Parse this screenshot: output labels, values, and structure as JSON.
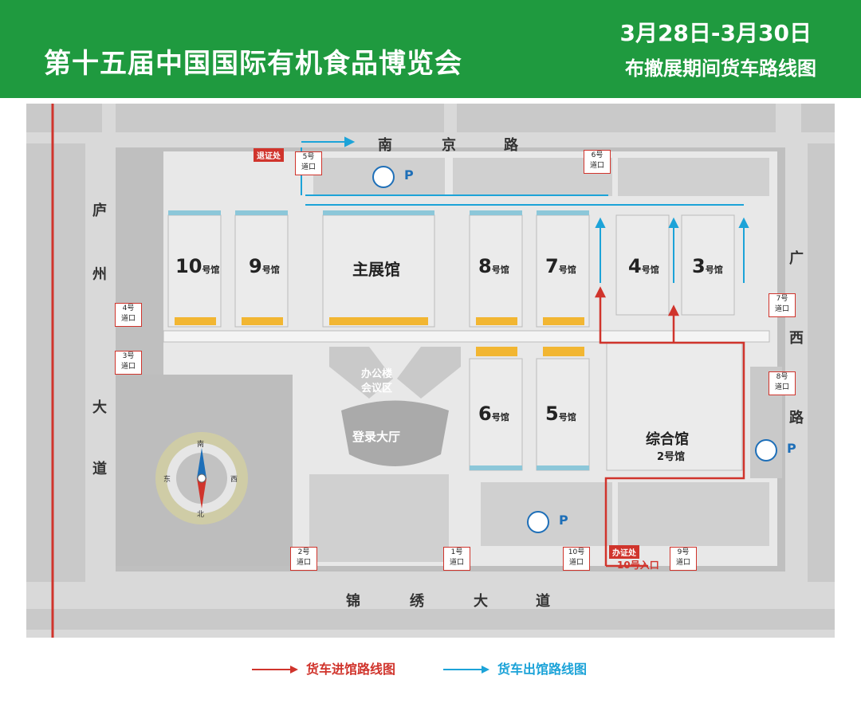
{
  "header": {
    "title": "第十五届中国国际有机食品博览会",
    "date": "3月28日-3月30日",
    "subtitle": "布撤展期间货车路线图"
  },
  "streets": {
    "north": [
      "南",
      "京",
      "路"
    ],
    "south": [
      "锦",
      "绣",
      "大",
      "道"
    ],
    "west": [
      "庐",
      "州",
      "大",
      "道"
    ],
    "east": [
      "广",
      "西",
      "路"
    ]
  },
  "halls": {
    "h10": {
      "num": "10",
      "suffix": "号馆"
    },
    "h9": {
      "num": "9",
      "suffix": "号馆"
    },
    "main": "主展馆",
    "h8": {
      "num": "8",
      "suffix": "号馆"
    },
    "h7": {
      "num": "7",
      "suffix": "号馆"
    },
    "h4": {
      "num": "4",
      "suffix": "号馆"
    },
    "h3": {
      "num": "3",
      "suffix": "号馆"
    },
    "h6": {
      "num": "6",
      "suffix": "号馆"
    },
    "h5": {
      "num": "5",
      "suffix": "号馆"
    },
    "h2": {
      "name": "综合馆",
      "sub": "2号馆"
    },
    "office_line1": "办公楼",
    "office_line2": "会议区",
    "lobby": "登录大厅"
  },
  "gates": {
    "g1": {
      "l1": "1号",
      "l2": "道口"
    },
    "g2": {
      "l1": "2号",
      "l2": "道口"
    },
    "g3": {
      "l1": "3号",
      "l2": "道口"
    },
    "g4": {
      "l1": "4号",
      "l2": "道口"
    },
    "g5": {
      "l1": "5号",
      "l2": "道口"
    },
    "g6": {
      "l1": "6号",
      "l2": "道口"
    },
    "g7": {
      "l1": "7号",
      "l2": "道口"
    },
    "g8": {
      "l1": "8号",
      "l2": "道口"
    },
    "g9": {
      "l1": "9号",
      "l2": "道口"
    },
    "g10": {
      "l1": "10号",
      "l2": "道口"
    }
  },
  "tags": {
    "return_office": "退证处",
    "permit_office": "办证处",
    "entrance10": "10号入口"
  },
  "parking_label": "P",
  "compass": {
    "south": "南",
    "north": "北",
    "east": "东",
    "west": "西"
  },
  "legend": {
    "in": "货车进馆路线图",
    "out": "货车出馆路线图"
  },
  "colors": {
    "brand_green": "#1f9a3f",
    "route_in": "#d0342c",
    "route_out": "#1ca3d8",
    "parking": "#1e6fb8"
  }
}
